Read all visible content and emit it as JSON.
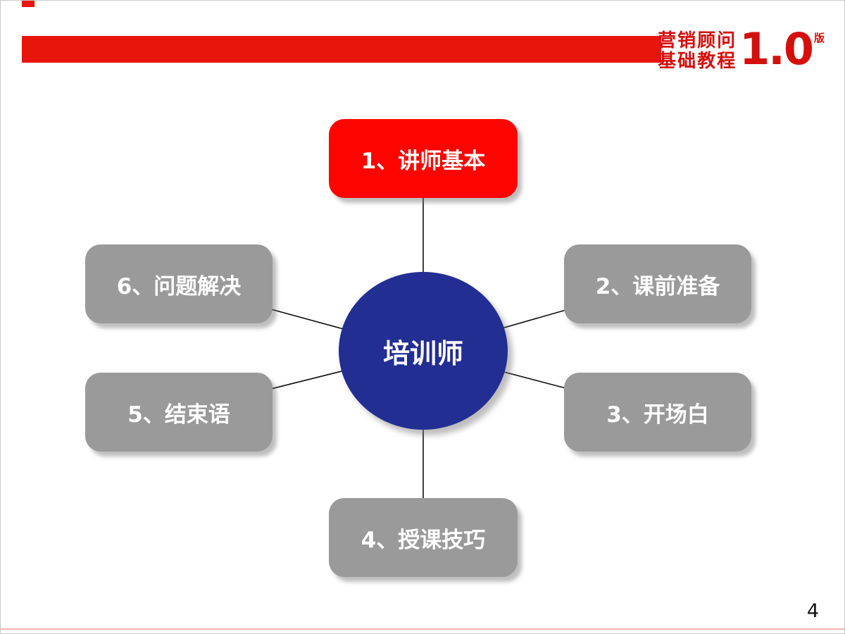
{
  "slide": {
    "page_number": "4"
  },
  "logo": {
    "line1": "营销顾问",
    "line2": "基础教程",
    "version": "1.0",
    "version_suffix": "版",
    "color": "#d40f0c"
  },
  "header": {
    "bar_color": "#e8150d"
  },
  "diagram": {
    "center": {
      "label": "培训师",
      "color": "#232e93",
      "text_color": "#ffffff"
    },
    "nodes": [
      {
        "id": 1,
        "label": "1、讲师基本",
        "color": "#fe0400",
        "text_color": "#ffffff",
        "position": "top"
      },
      {
        "id": 2,
        "label": "2、课前准备",
        "color": "#9a9a9a",
        "text_color": "#ffffff",
        "position": "right-top"
      },
      {
        "id": 3,
        "label": "3、开场白",
        "color": "#9a9a9a",
        "text_color": "#ffffff",
        "position": "right-bottom"
      },
      {
        "id": 4,
        "label": "4、授课技巧",
        "color": "#9a9a9a",
        "text_color": "#ffffff",
        "position": "bottom"
      },
      {
        "id": 5,
        "label": "5、结束语",
        "color": "#9a9a9a",
        "text_color": "#ffffff",
        "position": "left-bottom"
      },
      {
        "id": 6,
        "label": "6、问题解决",
        "color": "#9a9a9a",
        "text_color": "#ffffff",
        "position": "left-top"
      }
    ]
  }
}
